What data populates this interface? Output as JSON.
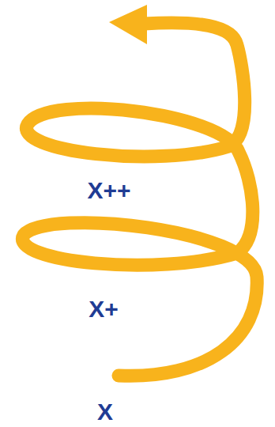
{
  "diagram": {
    "labels": [
      "X++",
      "X+",
      "X"
    ]
  }
}
